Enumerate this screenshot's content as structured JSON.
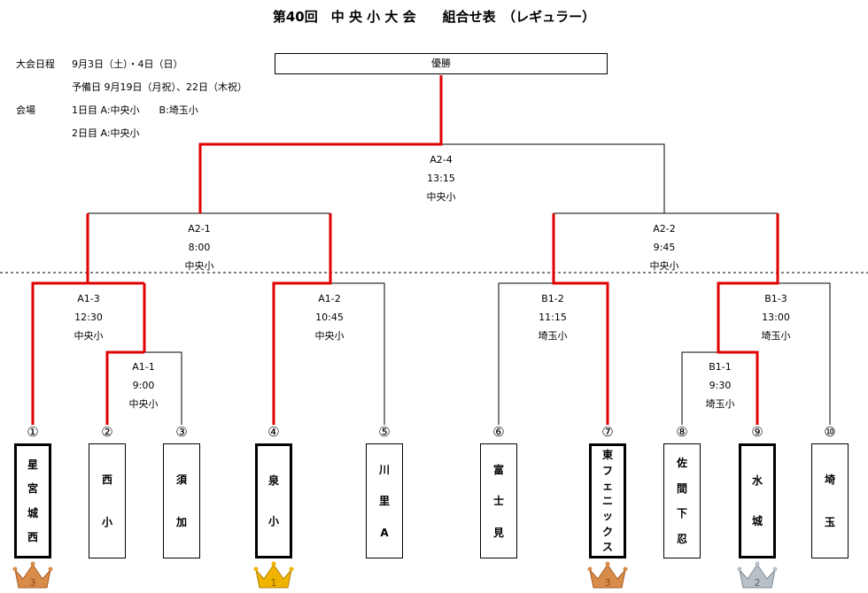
{
  "title": "第40回　中 央 小 大 会　　組合せ表　（レギュラー）",
  "info": {
    "schedule_label": "大会日程",
    "schedule_value": "9月3日（土）・4日（日）",
    "reserve_value": "予備日 9月19日（月祝）、22日（木祝）",
    "venue_label": "会場",
    "venue_day1": "1日目 A:中央小　　B:埼玉小",
    "venue_day2": "2日目 A:中央小"
  },
  "champion_label": "優勝",
  "matches": {
    "a24": [
      "A2-4",
      "13:15",
      "中央小"
    ],
    "a21": [
      "A2-1",
      "8:00",
      "中央小"
    ],
    "a22": [
      "A2-2",
      "9:45",
      "中央小"
    ],
    "a13": [
      "A1-3",
      "12:30",
      "中央小"
    ],
    "a11": [
      "A1-1",
      "9:00",
      "中央小"
    ],
    "a12": [
      "A1-2",
      "10:45",
      "中央小"
    ],
    "b12": [
      "B1-2",
      "11:15",
      "埼玉小"
    ],
    "b13": [
      "B1-3",
      "13:00",
      "埼玉小"
    ],
    "b11": [
      "B1-1",
      "9:30",
      "埼玉小"
    ]
  },
  "teams": [
    {
      "num": "①",
      "chars": [
        "星",
        "宮",
        "城",
        "西"
      ]
    },
    {
      "num": "②",
      "chars": [
        "西",
        "小"
      ]
    },
    {
      "num": "③",
      "chars": [
        "須",
        "加"
      ]
    },
    {
      "num": "④",
      "chars": [
        "泉",
        "小"
      ]
    },
    {
      "num": "⑤",
      "chars": [
        "川",
        "里",
        "A"
      ]
    },
    {
      "num": "⑥",
      "chars": [
        "富",
        "士",
        "見"
      ]
    },
    {
      "num": "⑦",
      "chars": [
        "東",
        "フ",
        "ェ",
        "ニ",
        "ッ",
        "ク",
        "ス"
      ]
    },
    {
      "num": "⑧",
      "chars": [
        "佐",
        "間",
        "下",
        "忍"
      ]
    },
    {
      "num": "⑨",
      "chars": [
        "水",
        "城"
      ]
    },
    {
      "num": "⑩",
      "chars": [
        "埼",
        "玉"
      ]
    }
  ],
  "colors": {
    "winner_line": "#e00000",
    "line": "#000000",
    "gold": "#f0b400",
    "silver": "#b8c0c8",
    "bronze": "#d98c4a"
  }
}
